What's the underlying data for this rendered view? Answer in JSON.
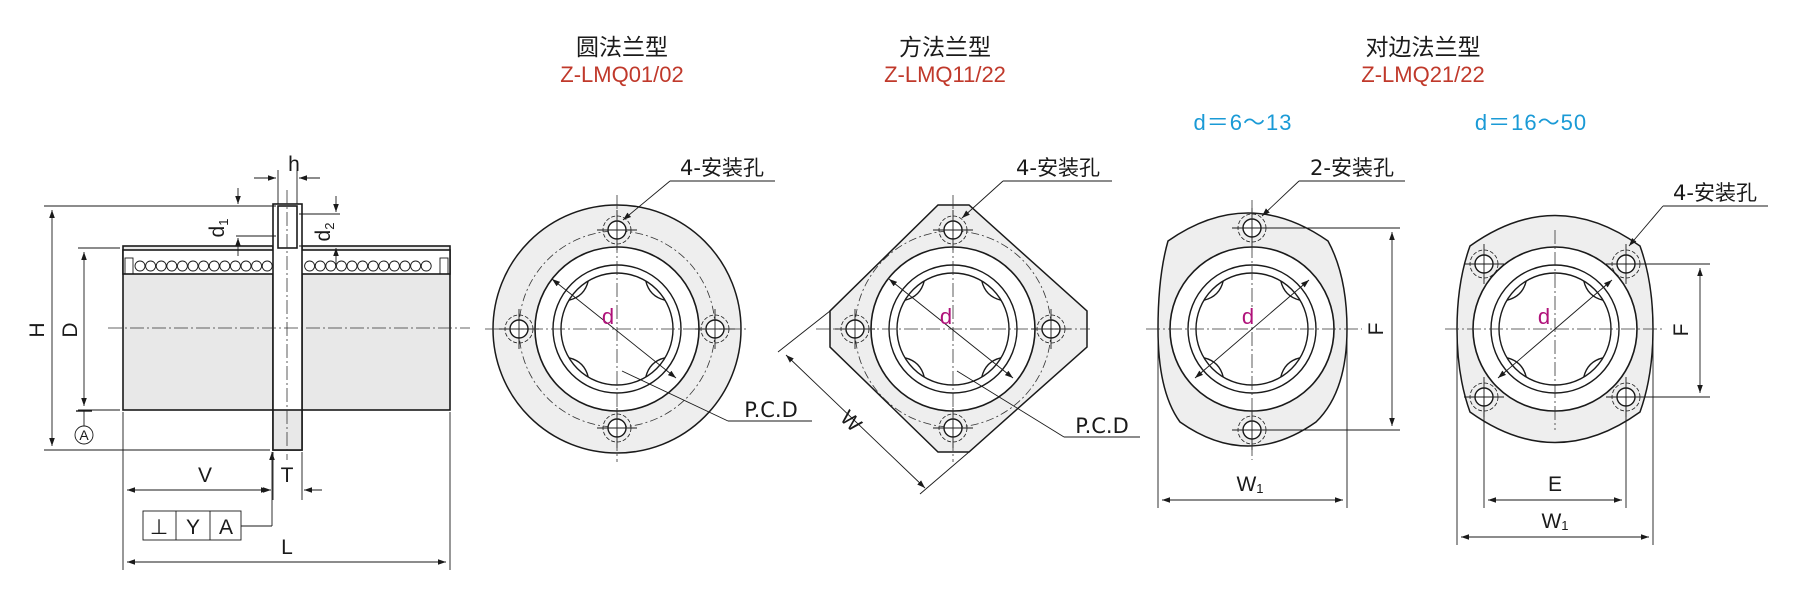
{
  "variants": [
    {
      "title": "圆法兰型",
      "model": "Z-LMQ01/02",
      "hole_label": "4-安装孔",
      "pcd_label": "P.C.D",
      "bore_label": "d"
    },
    {
      "title": "方法兰型",
      "model": "Z-LMQ11/22",
      "hole_label": "4-安装孔",
      "pcd_label": "P.C.D",
      "bore_label": "d",
      "width_label": "W"
    },
    {
      "title": "对边法兰型",
      "model": "Z-LMQ21/22",
      "sub": [
        {
          "range": "d＝6～13",
          "hole_label": "2-安装孔",
          "bore_label": "d",
          "f_label": "F",
          "w_label": "W",
          "w_sub": "1"
        },
        {
          "range": "d＝16～50",
          "hole_label": "4-安装孔",
          "bore_label": "d",
          "f_label": "F",
          "e_label": "E",
          "w_label": "W",
          "w_sub": "1"
        }
      ]
    }
  ],
  "side_view": {
    "dims": {
      "h": "h",
      "d1": "d",
      "d1_sub": "1",
      "d2": "d",
      "d2_sub": "2",
      "H": "H",
      "D": "D",
      "V": "V",
      "T": "T",
      "L": "L"
    },
    "datum": "A",
    "tolerance_frame": [
      "⊥",
      "Y",
      "A"
    ]
  }
}
